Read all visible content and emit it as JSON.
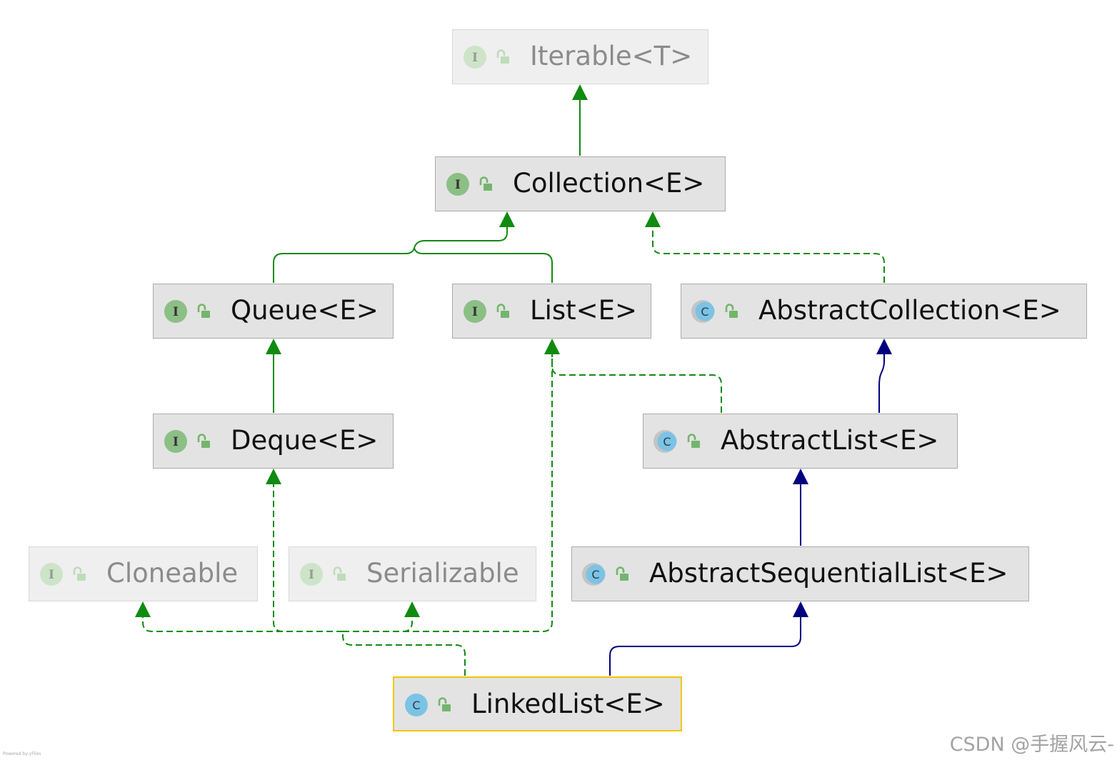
{
  "nodes": [
    {
      "label": "Iterable<T>",
      "icon": "interface-icon",
      "icon_letter": "I",
      "visibility_icon": "public-lock-icon",
      "faded": true
    },
    {
      "label": "Collection<E>",
      "icon": "interface-icon",
      "icon_letter": "I",
      "visibility_icon": "public-lock-icon"
    },
    {
      "label": "Queue<E>",
      "icon": "interface-icon",
      "icon_letter": "I",
      "visibility_icon": "public-lock-icon"
    },
    {
      "label": "List<E>",
      "icon": "interface-icon",
      "icon_letter": "I",
      "visibility_icon": "public-lock-icon"
    },
    {
      "label": "AbstractCollection<E>",
      "icon": "abstract-class-icon",
      "icon_letter": "C",
      "visibility_icon": "public-lock-icon"
    },
    {
      "label": "Deque<E>",
      "icon": "interface-icon",
      "icon_letter": "I",
      "visibility_icon": "public-lock-icon"
    },
    {
      "label": "AbstractList<E>",
      "icon": "abstract-class-icon",
      "icon_letter": "C",
      "visibility_icon": "public-lock-icon"
    },
    {
      "label": "Cloneable",
      "icon": "interface-icon",
      "icon_letter": "I",
      "visibility_icon": "public-lock-icon",
      "faded": true
    },
    {
      "label": "Serializable",
      "icon": "interface-icon",
      "icon_letter": "I",
      "visibility_icon": "public-lock-icon",
      "faded": true
    },
    {
      "label": "AbstractSequentialList<E>",
      "icon": "abstract-class-icon",
      "icon_letter": "C",
      "visibility_icon": "public-lock-icon"
    },
    {
      "label": "LinkedList<E>",
      "icon": "class-icon",
      "icon_letter": "C",
      "visibility_icon": "public-lock-icon",
      "selected": true
    }
  ],
  "colors": {
    "interface_edge": "#118a11",
    "class_edge": "#00007f",
    "selected_border": "#f5c400",
    "node_fill": "#e3e3e3"
  },
  "watermark": "CSDN @手握风云-",
  "credit": "Powered by yFiles"
}
